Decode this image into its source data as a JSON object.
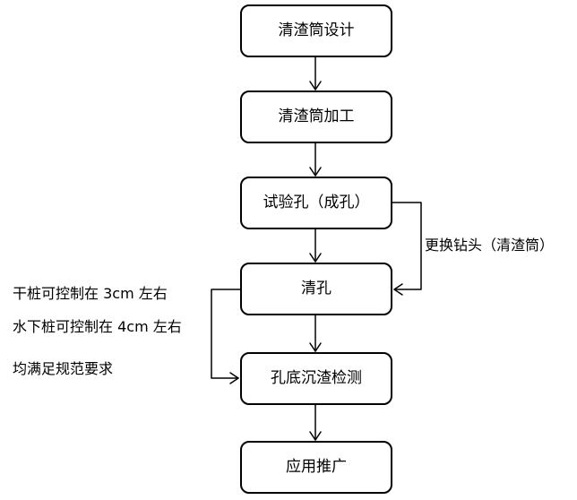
{
  "flowchart": {
    "steps": [
      {
        "id": "design",
        "label": "清渣筒设计"
      },
      {
        "id": "process",
        "label": "清渣筒加工"
      },
      {
        "id": "trial",
        "label": "试验孔（成孔）"
      },
      {
        "id": "clean",
        "label": "清孔"
      },
      {
        "id": "inspect",
        "label": "孔底沉渣检测"
      },
      {
        "id": "apply",
        "label": "应用推广"
      }
    ],
    "loop_label": "更换钻头（清渣筒）",
    "notes": [
      "干桩可控制在 3cm 左右",
      "水下桩可控制在 4cm 左右",
      "均满足规范要求"
    ]
  }
}
